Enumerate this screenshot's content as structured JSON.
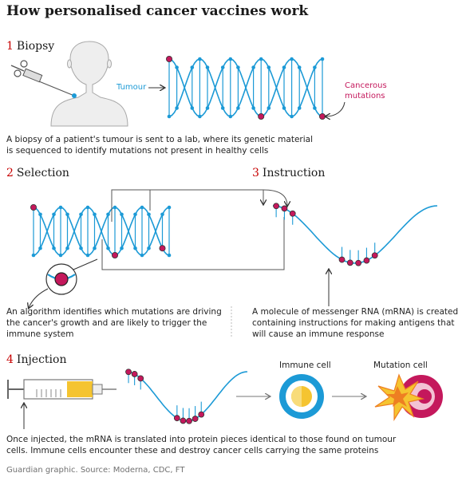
{
  "title": "How personalised cancer vaccines work",
  "steps": [
    {
      "num": "1",
      "label": "Biopsy"
    },
    {
      "num": "2",
      "label": "Selection"
    },
    {
      "num": "3",
      "label": "Instruction"
    },
    {
      "num": "4",
      "label": "Injection"
    }
  ],
  "labels": {
    "tumour": "Tumour",
    "cancerous_1": "Cancerous",
    "cancerous_2": "mutations",
    "immune_cell": "Immune cell",
    "mutation_cell": "Mutation cell"
  },
  "descriptions": {
    "biopsy": [
      "A biopsy of a patient's tumour is sent to a lab, where its genetic material",
      "is sequenced to identify mutations not present in healthy cells"
    ],
    "selection": [
      "An algorithm identifies which mutations are driving",
      "the cancer's growth and are likely to trigger the",
      "immune system"
    ],
    "instruction": [
      "A molecule of messenger RNA (mRNA) is created",
      "containing instructions for making antigens that",
      "will cause an immune response"
    ],
    "injection": [
      "Once injected, the mRNA is translated into protein pieces identical to those found on tumour",
      "cells. Immune cells encounter these and destroy cancer cells carrying the same proteins"
    ]
  },
  "footer": "Guardian graphic. Source: Moderna, CDC, FT",
  "colors": {
    "blue": "#1c9ad6",
    "pink": "#c4185c",
    "red": "#c70000",
    "yellow": "#f5c430",
    "grey": "#777777"
  }
}
